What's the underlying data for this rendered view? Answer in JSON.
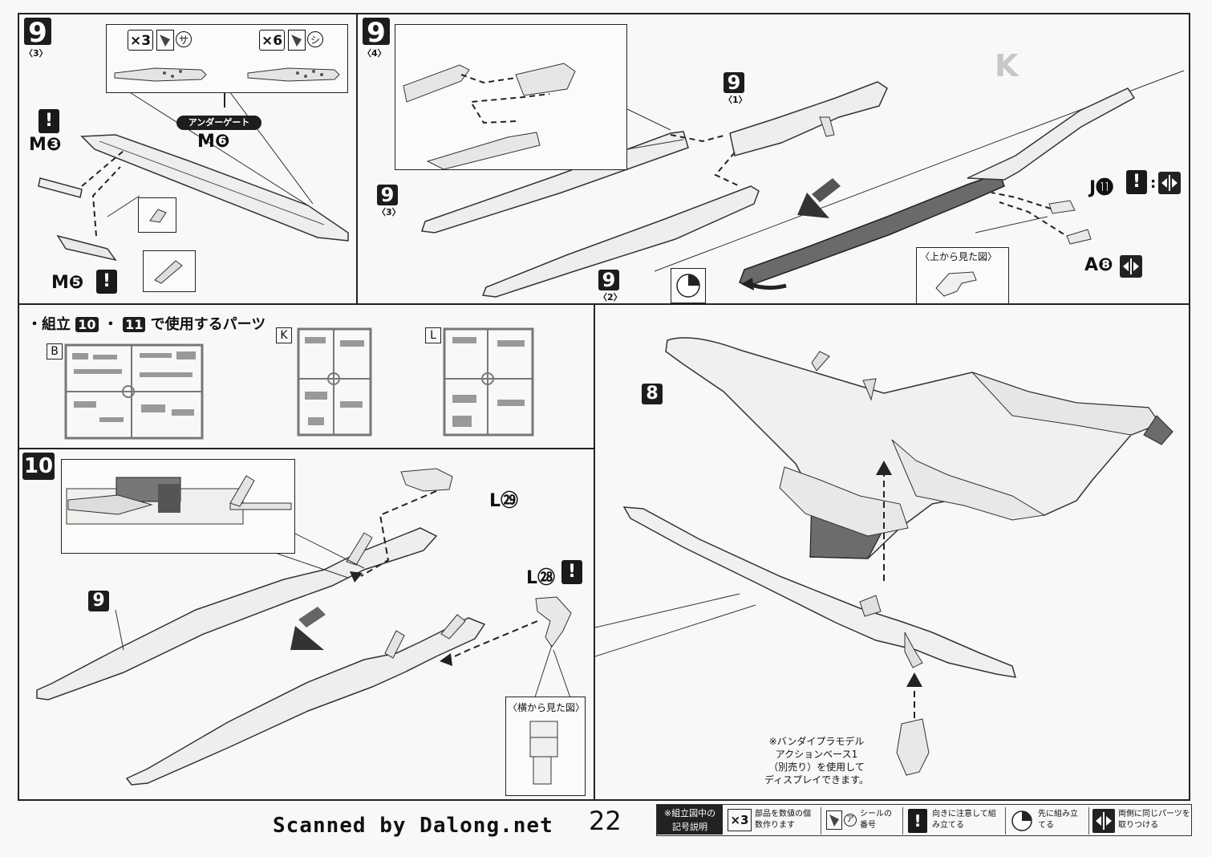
{
  "page_number": "22",
  "scan_credit": "Scanned by Dalong.net",
  "step9_3": {
    "number": "9",
    "sub": "〈3〉",
    "sticker_left_count": "×3",
    "sticker_left_mark": "サ",
    "sticker_right_count": "×6",
    "sticker_right_mark": "シ",
    "undergate_label": "アンダーゲート",
    "part_m3": "M❸",
    "part_m6": "M❻",
    "part_m5": "M❺",
    "warn": "!"
  },
  "step9_4": {
    "number": "9",
    "sub": "〈4〉",
    "ref1_num": "9",
    "ref1_sub": "〈1〉",
    "ref3_num": "9",
    "ref3_sub": "〈3〉",
    "ref2_num": "9",
    "ref2_sub": "〈2〉",
    "part_j11": "J⓫",
    "part_a8": "A❽",
    "view_from_top": "〈上から見た図〉",
    "warn": "!",
    "colon": ":"
  },
  "parts_used": {
    "text": "・組立",
    "step_a": "10",
    "dot": "・",
    "step_b": "11",
    "suffix": "で使用するパーツ",
    "runners": [
      "B",
      "K",
      "L"
    ]
  },
  "step8_ref": "8",
  "step10": {
    "number": "10",
    "ref9": "9",
    "part_l29": "L㉙",
    "part_l28": "L㉘",
    "warn": "!",
    "side_view": "〈横から見た図〉"
  },
  "action_base_note": [
    "※バンダイプラモデル",
    "アクションベース1",
    "（別売り）を使用して",
    "ディスプレイできます。"
  ],
  "legend": {
    "title_line1": "※組立図中の",
    "title_line2": "記号説明",
    "items": [
      {
        "icon": "×3",
        "text": "部品を数値の個数作ります"
      },
      {
        "icon": "sticker",
        "mark": "ア",
        "text": "シールの番号"
      },
      {
        "icon": "!",
        "text": "向きに注意して組み立てる"
      },
      {
        "icon": "first",
        "text": "先に組み立てる"
      },
      {
        "icon": "both",
        "text": "両側に同じパーツを取りつける"
      }
    ]
  }
}
